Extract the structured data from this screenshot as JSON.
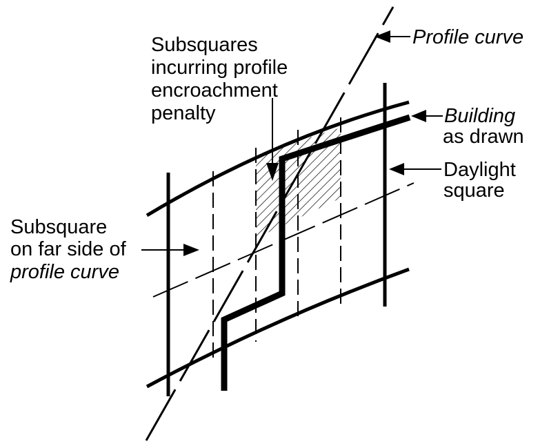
{
  "labels": {
    "profile_curve": "Profile curve",
    "building_line1": "Building",
    "building_line2": "as drawn",
    "daylight_line1": "Daylight",
    "daylight_line2": "square",
    "subsquares_line1": "Subsquares",
    "subsquares_line2": "incurring profile",
    "subsquares_line3": "encroachment",
    "subsquares_line4": "penalty",
    "farside_line1": "Subsquare",
    "farside_line2": "on far side of",
    "farside_line3": "profile curve"
  }
}
